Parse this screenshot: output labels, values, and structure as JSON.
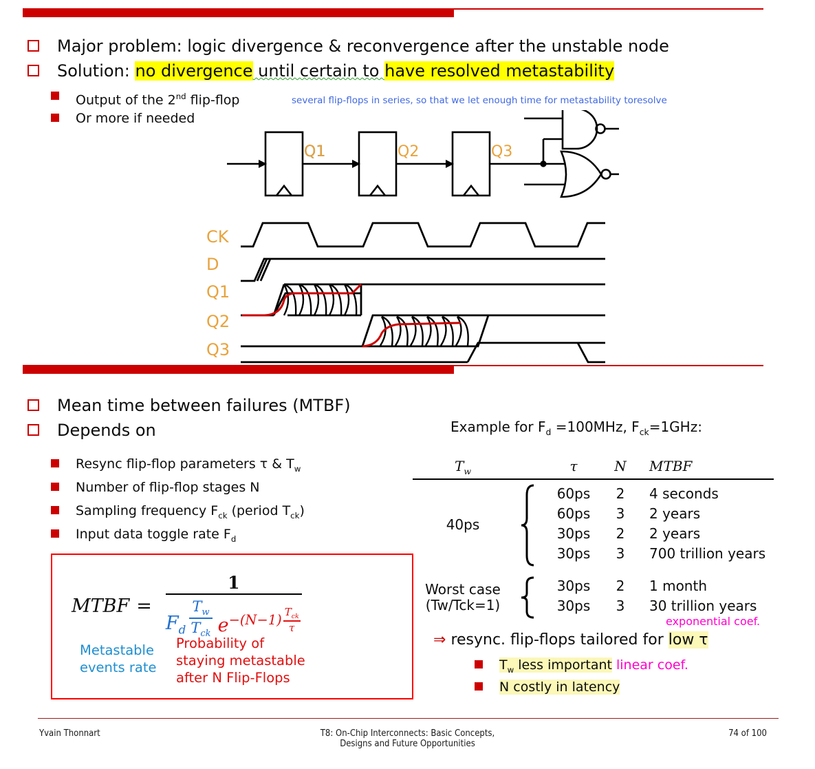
{
  "slide": {
    "top_section": {
      "bullets": [
        {
          "marker": "open-square",
          "text": "Major problem: logic divergence & reconvergence after the unstable node"
        },
        {
          "marker": "open-square",
          "prefix": "Solution: ",
          "hl1": "no divergence",
          "mid": " until certain to ",
          "hl2": "have resolved metastability"
        }
      ],
      "sub_bullets": [
        {
          "marker": "filled-square",
          "text_a": "Output of the 2",
          "sup": "nd",
          "text_b": " flip-flop"
        },
        {
          "marker": "filled-square",
          "text_a": "Or more if needed"
        }
      ],
      "annotation": "several flip-flops in series, so that we let enough time for metastability toresolve"
    },
    "circuit": {
      "signal_labels": [
        "Q1",
        "Q2",
        "Q3"
      ],
      "gates": [
        "nand-gate",
        "nor-gate"
      ],
      "flipflop_count": 3
    },
    "timing": {
      "row_labels": [
        "CK",
        "D",
        "Q1",
        "Q2",
        "Q3"
      ]
    },
    "bottom_section": {
      "bullets": [
        {
          "marker": "open-square",
          "text": "Mean time between failures (MTBF)"
        },
        {
          "marker": "open-square",
          "text": "Depends on"
        }
      ],
      "sub_bullets": [
        {
          "a": "Resync flip-flop parameters τ & T",
          "sub": "w",
          "b": ""
        },
        {
          "a": "Number of flip-flop stages N",
          "sub": "",
          "b": ""
        },
        {
          "a": "Sampling frequency F",
          "sub": "ck",
          "b": " (period T",
          "sub2": "ck",
          "c": ")"
        },
        {
          "a": "Input data toggle rate F",
          "sub": "d",
          "b": ""
        }
      ]
    },
    "formula_box": {
      "lhs": "MTBF",
      "equals": "=",
      "numerator": "1",
      "den_fd": "F",
      "den_fd_sub": "d",
      "den_tw": "T",
      "den_tw_sub": "w",
      "den_tck": "T",
      "den_tck_sub": "ck",
      "den_e": "e",
      "exp_lead": "−(N−1)",
      "exp_num": "T",
      "exp_num_sub": "ck",
      "exp_den": "τ",
      "caption_blue": "Metastable\nevents rate",
      "caption_blue_l1": "Metastable",
      "caption_blue_l2": "events rate",
      "caption_red_l1": "Probability of",
      "caption_red_l2": "staying metastable",
      "caption_red_l3": "after N Flip-Flops"
    },
    "example": {
      "title_a": "Example for F",
      "title_sub1": "d",
      "title_b": " =100MHz, F",
      "title_sub2": "ck",
      "title_c": "=1GHz:",
      "headers": [
        "Tₓ",
        "τ",
        "N",
        "MTBF"
      ],
      "header_tw": "T",
      "header_tw_sub": "w",
      "header_tau": "τ",
      "header_n": "N",
      "header_mtbf": "MTBF",
      "groups": [
        {
          "label_l1": "40ps",
          "label_l2": "",
          "rows": [
            {
              "tau": "60ps",
              "n": "2",
              "mtbf": "4 seconds"
            },
            {
              "tau": "60ps",
              "n": "3",
              "mtbf": "2 years"
            },
            {
              "tau": "30ps",
              "n": "2",
              "mtbf": "2 years"
            },
            {
              "tau": "30ps",
              "n": "3",
              "mtbf": "700 trillion years"
            }
          ]
        },
        {
          "label_l1": "Worst case",
          "label_l2": "(Tw/Tck=1)",
          "rows": [
            {
              "tau": "30ps",
              "n": "2",
              "mtbf": "1 month"
            },
            {
              "tau": "30ps",
              "n": "3",
              "mtbf": "30 trillion years"
            }
          ]
        }
      ]
    },
    "conclusion": {
      "arrow": "⇒",
      "text": "resync. flip-flops tailored for ",
      "highlight": "low τ",
      "note_exponential": "exponential coef.",
      "sub_bullets": [
        {
          "a": "T",
          "sub": "w",
          "b": " less important",
          "note": "linear coef."
        },
        {
          "a": "N costly in latency",
          "sub": "",
          "b": "",
          "note": ""
        }
      ]
    },
    "footer": {
      "author": "Yvain Thonnart",
      "title_line1": "T8: On-Chip Interconnects: Basic Concepts,",
      "title_line2": "Designs and Future Opportunities",
      "page": "74 of 100"
    },
    "colors": {
      "accent_red": "#CC0000",
      "highlight_yellow": "#FFFF00",
      "highlight_soft": "#FBF8B8",
      "annotation_blue": "#4169E1",
      "formula_blue": "#1F6FD0",
      "formula_red": "#E01010",
      "note_magenta": "#FF00CC",
      "signal_label": "#E8A33D"
    }
  }
}
